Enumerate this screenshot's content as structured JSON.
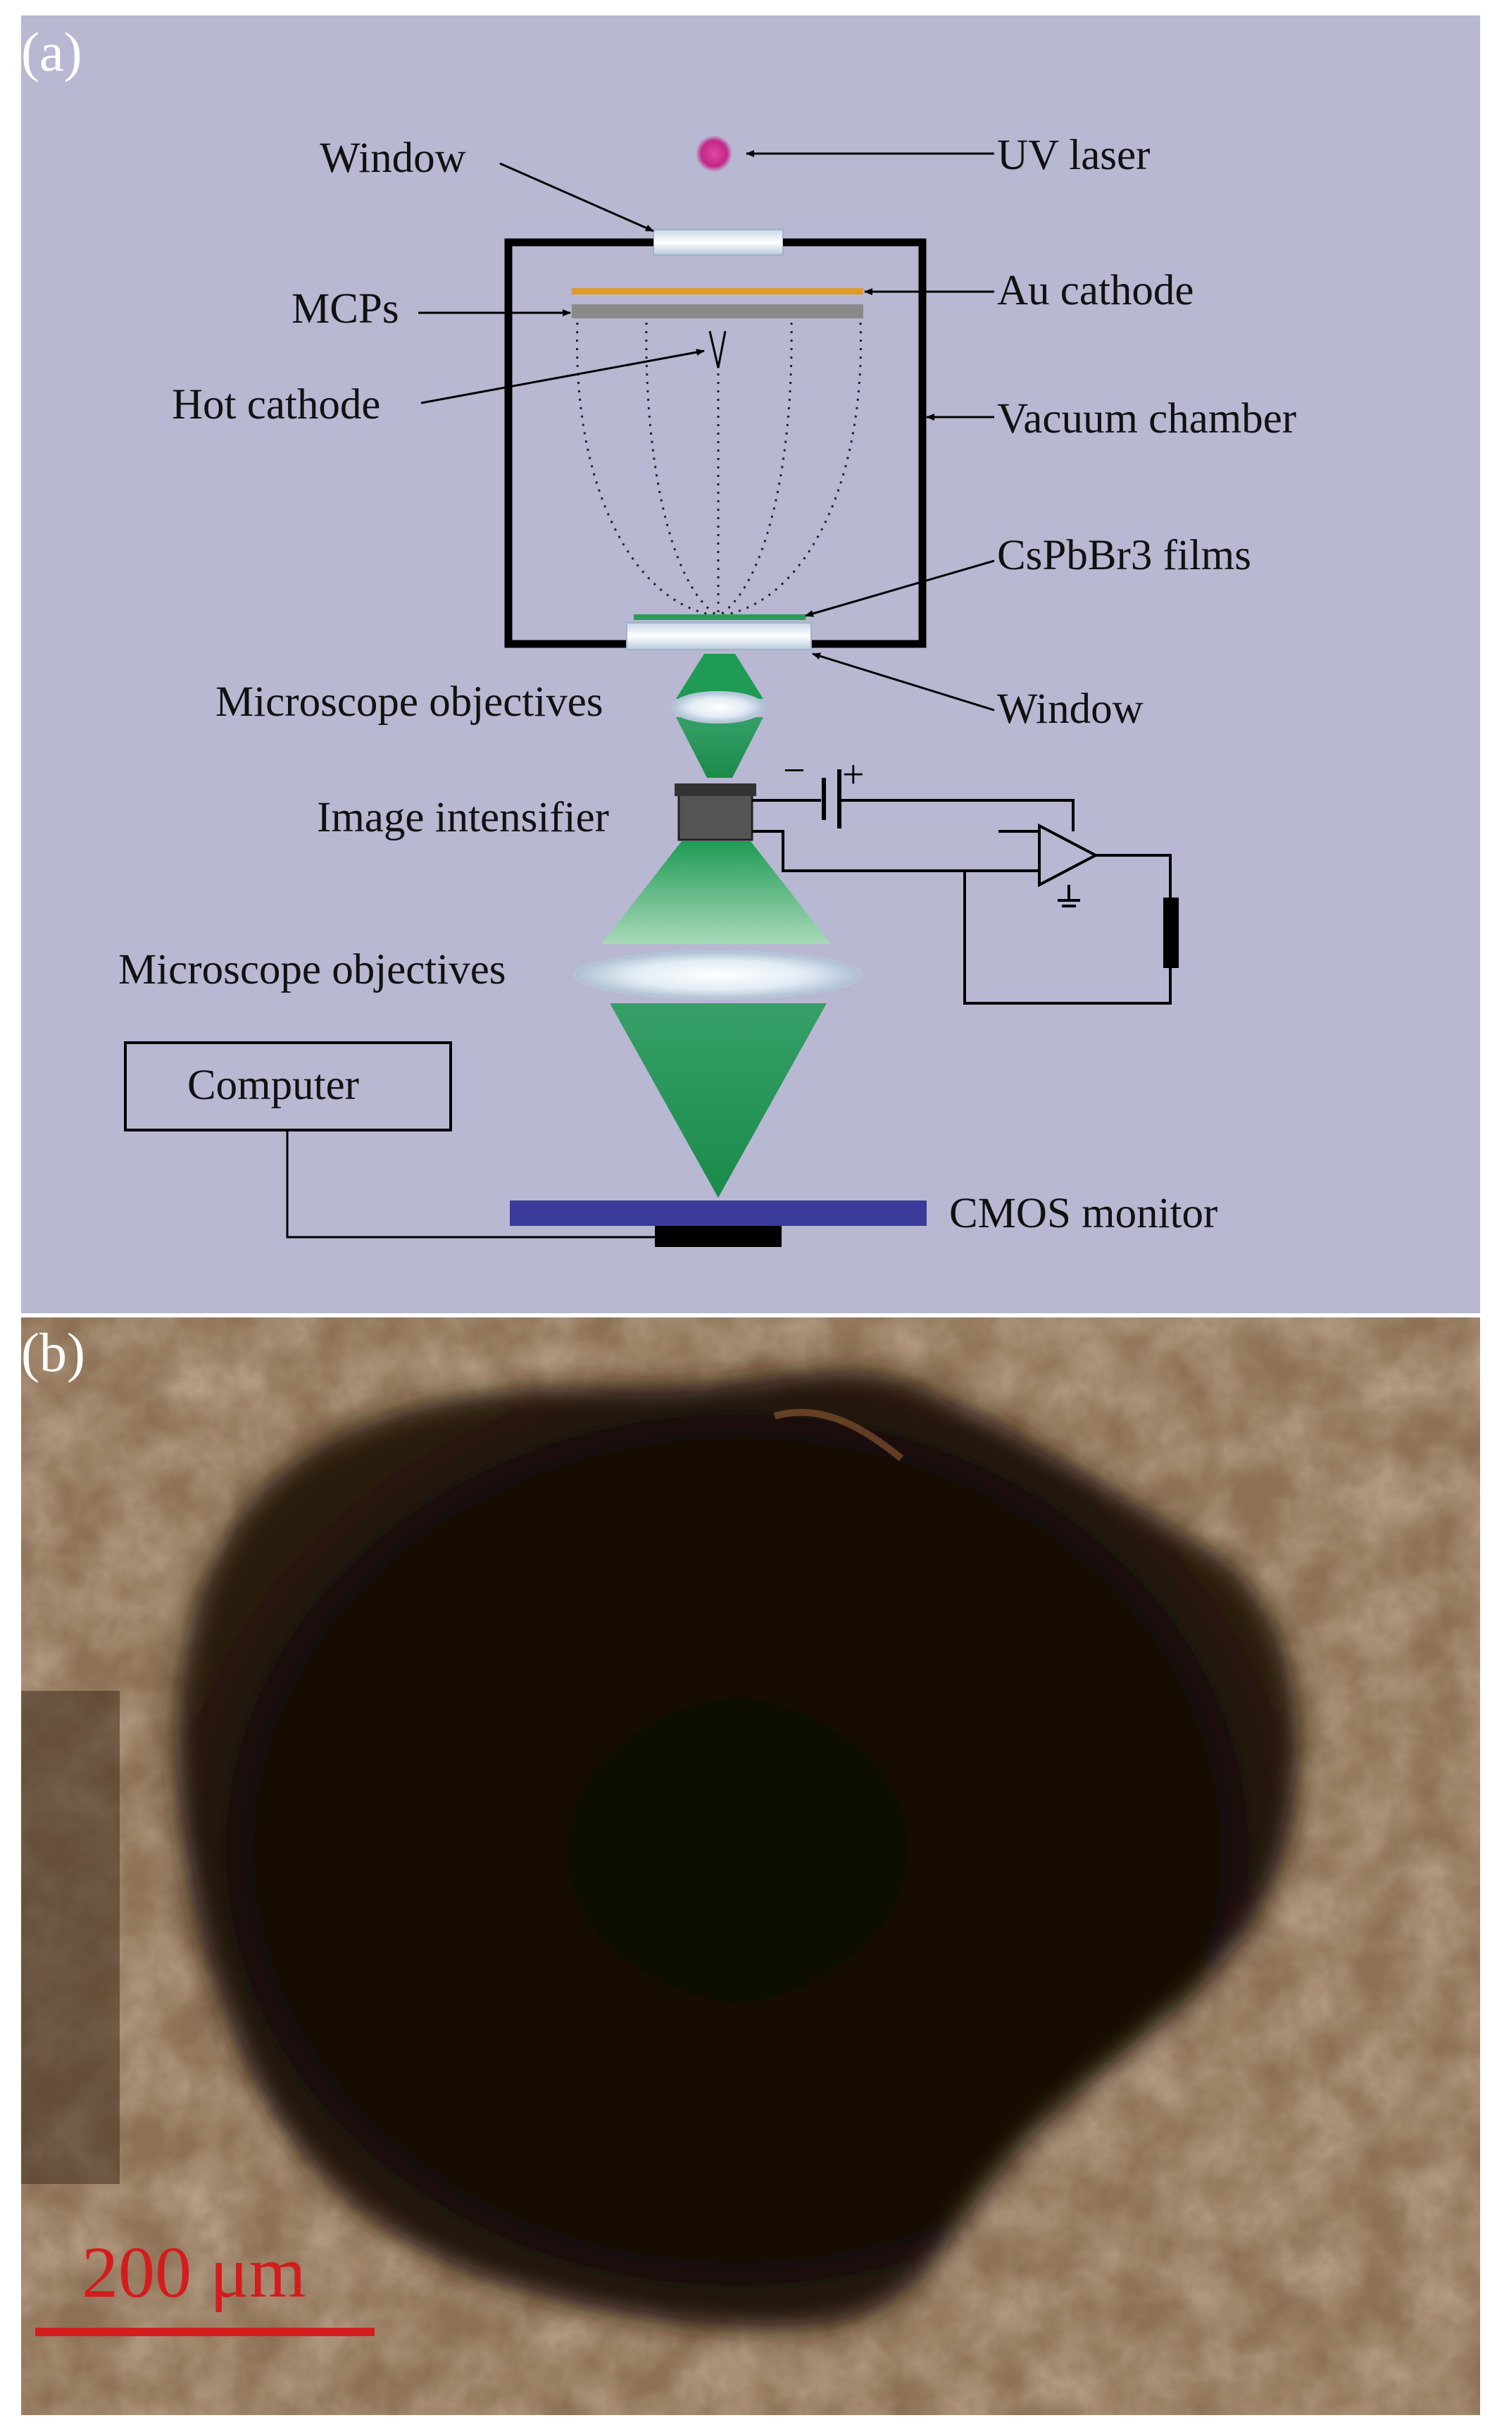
{
  "panel_a": {
    "tag": "(a)",
    "labels": {
      "window_top": "Window",
      "uv_laser": "UV laser",
      "mcps": "MCPs",
      "au_cathode": "Au cathode",
      "hot_cathode": "Hot cathode",
      "vacuum_chamber": "Vacuum chamber",
      "cspbbr3_films": "CsPbBr3 films",
      "window_bottom": "Window",
      "microscope_objectives_1": "Microscope objectives",
      "image_intensifier": "Image intensifier",
      "microscope_objectives_2": "Microscope objectives",
      "computer": "Computer",
      "cmos_monitor": "CMOS monitor"
    },
    "battery_signs": {
      "minus": "−",
      "plus": "+"
    },
    "colors": {
      "background": "#b8b8d2",
      "green_beam": "#1f9b55",
      "uv_spot": "#c2278a",
      "au_layer": "#e09a2a",
      "mcp_plate": "#8a8a8a",
      "cmos_bar": "#3a3a9a"
    }
  },
  "panel_b": {
    "tag": "(b)",
    "scale_bar": "200 μm",
    "colors": {
      "scale_bar": "#d41c1c",
      "hole": "#120a06",
      "surround": "#8d7156"
    }
  }
}
